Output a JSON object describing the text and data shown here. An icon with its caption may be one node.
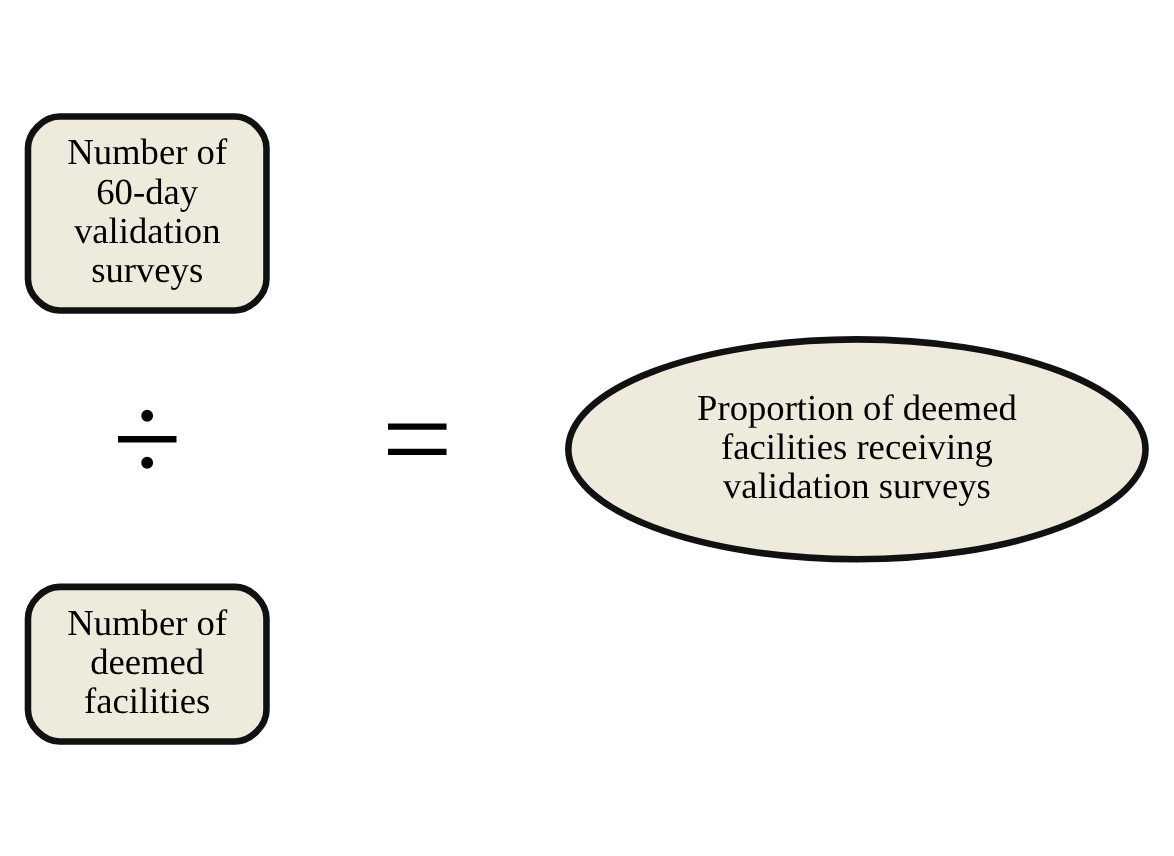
{
  "diagram": {
    "nodes": [
      {
        "text": [
          "Number of 60-day validation surveys"
        ]
      },
      {
        "text": [
          "Number of deemed facilities"
        ]
      },
      {
        "text": [
          "Proportion of deemed facilities receiving validation surveys"
        ]
      }
    ],
    "labels": [
      "÷",
      "="
    ]
  }
}
